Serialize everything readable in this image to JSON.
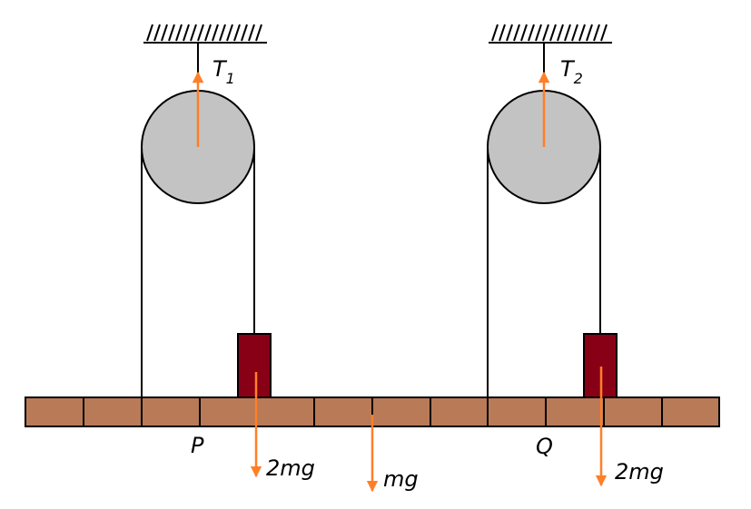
{
  "labels": {
    "T1": "T",
    "T1_sub": "1",
    "T2": "T",
    "T2_sub": "2",
    "P": "P",
    "Q": "Q",
    "force_left_block": "2mg",
    "force_plank": "mg",
    "force_right_block": "2mg"
  },
  "colors": {
    "plank": "#b97a57",
    "block": "#880015",
    "pulley": "#c3c3c3",
    "arrow": "#ff7f27",
    "line": "#000000"
  }
}
